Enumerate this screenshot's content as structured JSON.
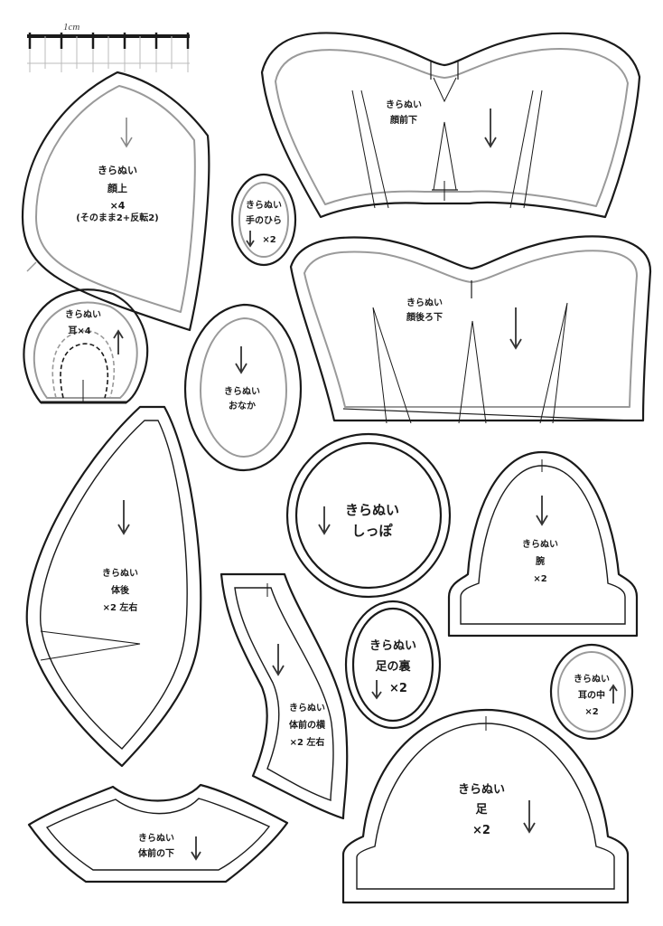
{
  "ruler": {
    "label": "1cm"
  },
  "pieces": {
    "head_top": {
      "name": "きらぬい",
      "part": "顔上",
      "qty": "×4",
      "note": "(そのまま2+反転2)"
    },
    "head_front": {
      "name": "きらぬい",
      "part": "顔前下"
    },
    "head_back": {
      "name": "きらぬい",
      "part": "顔後ろ下"
    },
    "palm": {
      "name": "きらぬい",
      "part": "手のひら",
      "qty": "×2"
    },
    "ear": {
      "name": "きらぬい",
      "part": "耳×4"
    },
    "belly": {
      "name": "きらぬい",
      "part": "おなか"
    },
    "tail": {
      "name": "きらぬい",
      "part": "しっぽ"
    },
    "arm": {
      "name": "きらぬい",
      "part": "腕",
      "qty": "×2"
    },
    "body_back": {
      "name": "きらぬい",
      "part": "体後",
      "qty": "×2 左右"
    },
    "body_front_side": {
      "name": "きらぬい",
      "part": "体前の横",
      "qty": "×2 左右"
    },
    "sole": {
      "name": "きらぬい",
      "part": "足の裏",
      "qty": "×2"
    },
    "ear_inner": {
      "name": "きらぬい",
      "part": "耳の中",
      "qty": "×2"
    },
    "foot": {
      "name": "きらぬい",
      "part": "足",
      "qty": "×2"
    },
    "body_front_bottom": {
      "name": "きらぬい",
      "part": "体前の下"
    }
  }
}
